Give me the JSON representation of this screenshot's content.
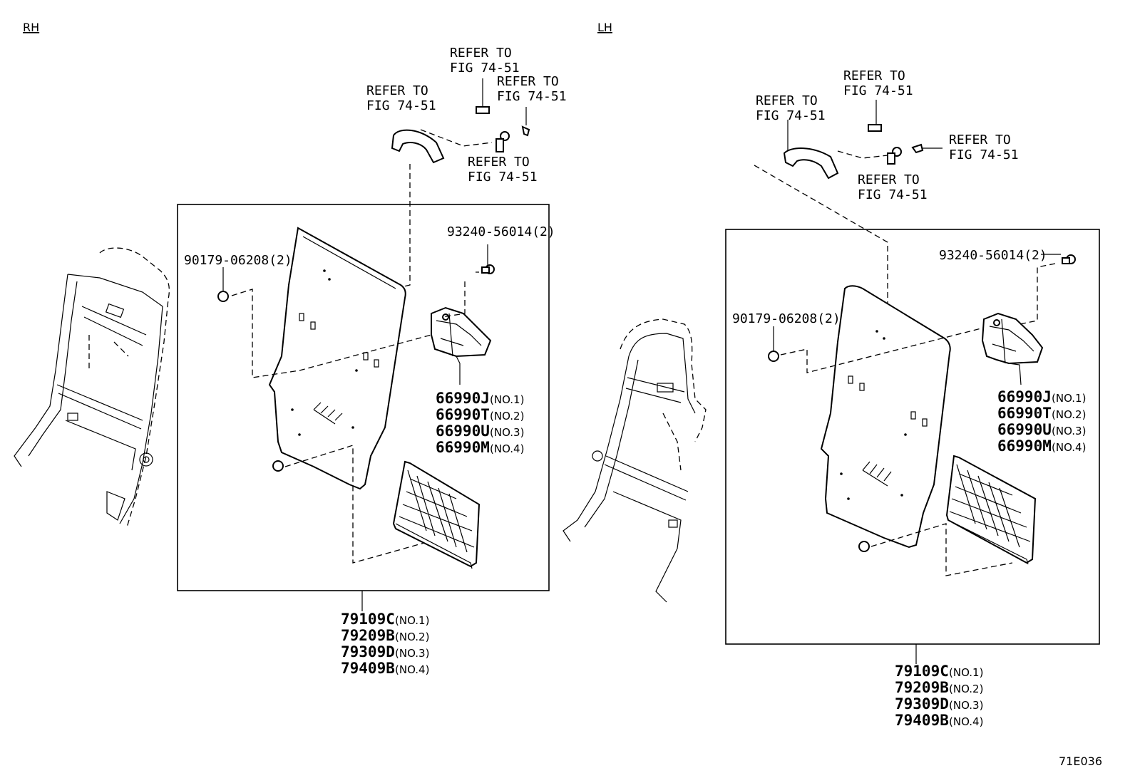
{
  "rh": {
    "side_label": "RH",
    "refer_a": [
      "REFER TO",
      "FIG 74-51"
    ],
    "refer_b": [
      "REFER TO",
      "FIG 74-51"
    ],
    "refer_c": [
      "REFER TO",
      "FIG 74-51"
    ],
    "refer_d": [
      "REFER TO",
      "FIG 74-51"
    ],
    "bolt_label": "93240-56014(2)",
    "nut_label": "90179-06208(2)",
    "hinge_parts": [
      {
        "pn": "66990J",
        "no": "(NO.1)"
      },
      {
        "pn": "66990T",
        "no": "(NO.2)"
      },
      {
        "pn": "66990U",
        "no": "(NO.3)"
      },
      {
        "pn": "66990M",
        "no": "(NO.4)"
      }
    ],
    "board_parts": [
      {
        "pn": "79109C",
        "no": "(NO.1)"
      },
      {
        "pn": "79209B",
        "no": "(NO.2)"
      },
      {
        "pn": "79309D",
        "no": "(NO.3)"
      },
      {
        "pn": "79409B",
        "no": "(NO.4)"
      }
    ]
  },
  "lh": {
    "side_label": "LH",
    "refer_a": [
      "REFER TO",
      "FIG 74-51"
    ],
    "refer_b": [
      "REFER TO",
      "FIG 74-51"
    ],
    "refer_c": [
      "REFER TO",
      "FIG 74-51"
    ],
    "refer_d": [
      "REFER TO",
      "FIG 74-51"
    ],
    "bolt_label": "93240-56014(2)",
    "nut_label": "90179-06208(2)",
    "hinge_parts": [
      {
        "pn": "66990J",
        "no": "(NO.1)"
      },
      {
        "pn": "66990T",
        "no": "(NO.2)"
      },
      {
        "pn": "66990U",
        "no": "(NO.3)"
      },
      {
        "pn": "66990M",
        "no": "(NO.4)"
      }
    ],
    "board_parts": [
      {
        "pn": "79109C",
        "no": "(NO.1)"
      },
      {
        "pn": "79209B",
        "no": "(NO.2)"
      },
      {
        "pn": "79309D",
        "no": "(NO.3)"
      },
      {
        "pn": "79409B",
        "no": "(NO.4)"
      }
    ]
  },
  "figure_code": "71E036"
}
